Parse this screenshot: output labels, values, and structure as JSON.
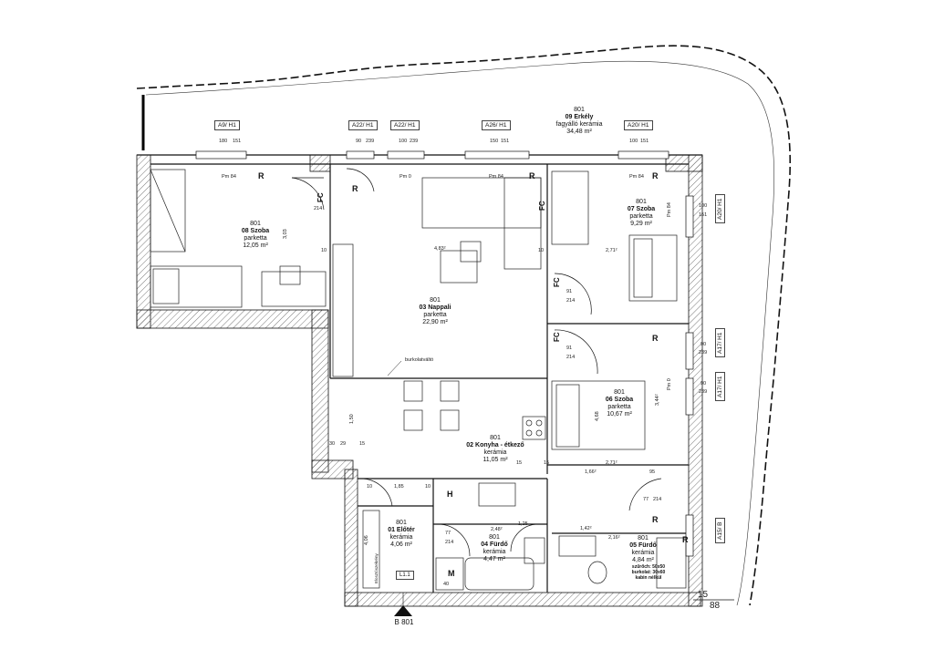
{
  "balcony": {
    "number": "801",
    "name": "09 Erkély",
    "floor": "fagyálló kerámia",
    "area": "34,48 m²"
  },
  "rooms": [
    {
      "number": "801",
      "name": "08 Szoba",
      "floor": "parketta",
      "area": "12,05 m²"
    },
    {
      "number": "801",
      "name": "03 Nappali",
      "floor": "parketta",
      "area": "22,90 m²"
    },
    {
      "number": "801",
      "name": "07 Szoba",
      "floor": "parketta",
      "area": "9,29 m²"
    },
    {
      "number": "801",
      "name": "06 Szoba",
      "floor": "parketta",
      "area": "10,67 m²"
    },
    {
      "number": "801",
      "name": "02 Konyha - étkező",
      "floor": "kerámia",
      "area": "11,05 m²"
    },
    {
      "number": "801",
      "name": "01 Előtér",
      "floor": "kerámia",
      "area": "4,06 m²"
    },
    {
      "number": "801",
      "name": "04 Fürdő",
      "floor": "kerámia",
      "area": "4,47 m²"
    },
    {
      "number": "801",
      "name": "05 Fürdő",
      "floor": "kerámia",
      "area": "4,84 m²"
    }
  ],
  "window_tags": [
    "A9/ H1",
    "A22/ H1",
    "A22/ H1",
    "A26/ H1",
    "A20/ H1",
    "A20/ H1",
    "A17/ H1",
    "A17/ H1",
    "A15/ B"
  ],
  "section_marker": "B 801",
  "door_symbols": {
    "r": "R",
    "fc": "FC",
    "h": "H",
    "m": "M",
    "l": "L1.1"
  },
  "notes": {
    "pm84": "Pm 84",
    "pm0": "Pm 0",
    "burkolat": "burkolatváltó",
    "elosztoszekreny": "Elosztószekrény",
    "bath_note_1": "szűrőch: 50x50",
    "bath_note_2": "burkolat: 30x60",
    "bath_note_3": "kabin nélkül"
  },
  "dimensions": {
    "d180": "180",
    "d151": "151",
    "d90": "90",
    "d239": "239",
    "d100": "100",
    "d150": "150",
    "d214": "214",
    "d91": "91",
    "d77": "77",
    "d10": "10",
    "d15": "15",
    "d88": "88",
    "d4_83": "4,83²",
    "d2_71": "2,71²",
    "d3_03": "3,03",
    "d3_44": "3,44²",
    "d1_85": "1,85",
    "d1_66": "1,66²",
    "d2_48": "2,48²",
    "d1_25": "1,25",
    "d1_42": "1,42²",
    "d2_16": "2,16²",
    "d4_06": "4,06",
    "d1_50": "1,50",
    "d4_68": "4,68",
    "d30": "30",
    "d29": "29",
    "d40": "40",
    "d95": "95"
  }
}
